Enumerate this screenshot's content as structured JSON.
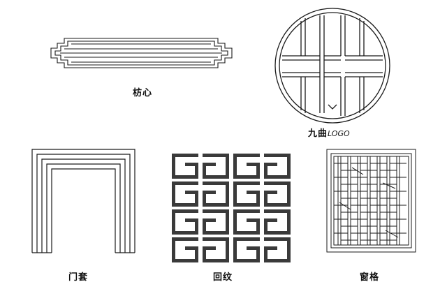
{
  "captions": {
    "fangxin": "枋心",
    "jiuqu": "九曲",
    "jiuqu_latin": "LOGO",
    "mentao": "门套",
    "huiwen": "回纹",
    "chuangge": "窗格"
  },
  "colors": {
    "stroke": "#1a1a1a",
    "fill": "#3a3a3a",
    "background": "#ffffff"
  }
}
